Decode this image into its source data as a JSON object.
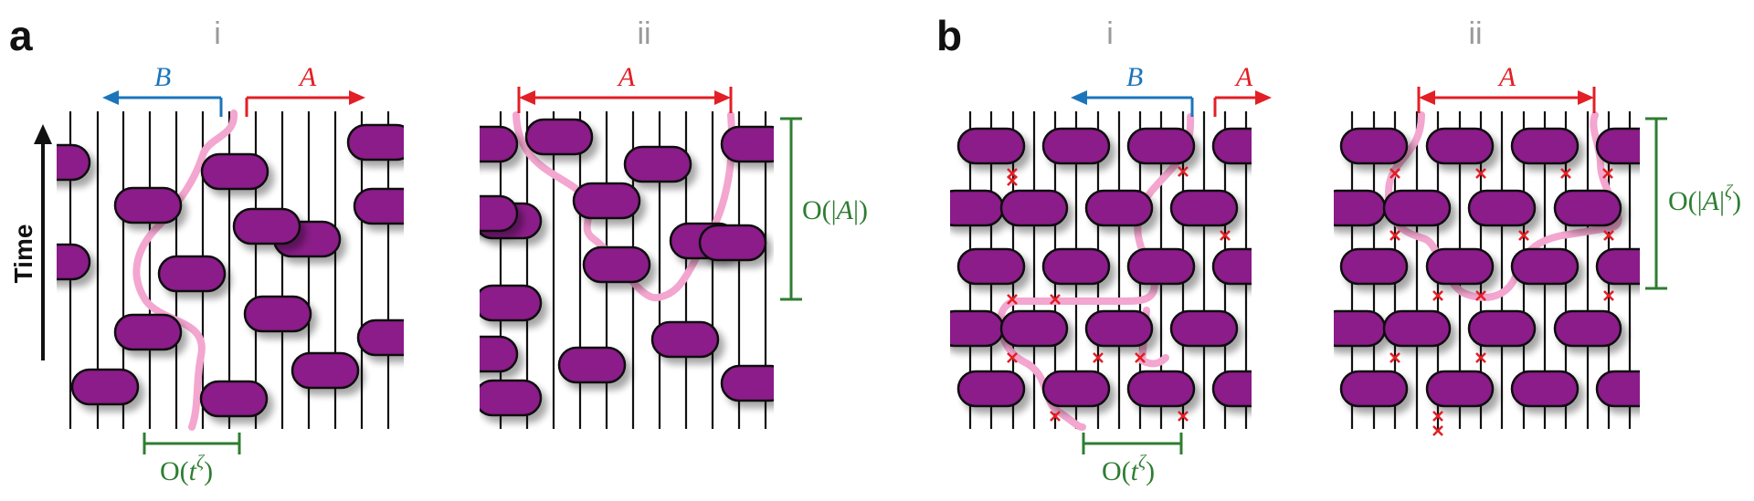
{
  "panels": {
    "a": {
      "letter": "a",
      "sub_i": "i",
      "sub_ii": "ii"
    },
    "b": {
      "letter": "b",
      "sub_i": "i",
      "sub_ii": "ii"
    }
  },
  "labels": {
    "time": "Time",
    "region_B": "B",
    "region_A": "A",
    "scaling_t": {
      "prefix": "O(",
      "var": "t",
      "exp": "ζ",
      "suffix": ")"
    },
    "scaling_absA": {
      "prefix": "O(|",
      "var": "A",
      "suffix": "|)"
    },
    "scaling_absA_zeta": {
      "prefix": "O(|",
      "var": "A",
      "mid": "|",
      "exp": "ζ",
      "suffix": ")"
    }
  },
  "colors": {
    "gate": "#8b1a89",
    "gate_outline": "#111111",
    "wire": "#111111",
    "path": "#f3a6cf",
    "region_A": "#e21f26",
    "region_B": "#1b75bb",
    "scaling": "#2e7d32",
    "measurement": "#e21f26",
    "subpanel_label": "#9a9a9a"
  },
  "icons": {
    "gate": "rounded-rect-gate",
    "measurement": "red-x-mark",
    "arrow": "arrowhead"
  }
}
